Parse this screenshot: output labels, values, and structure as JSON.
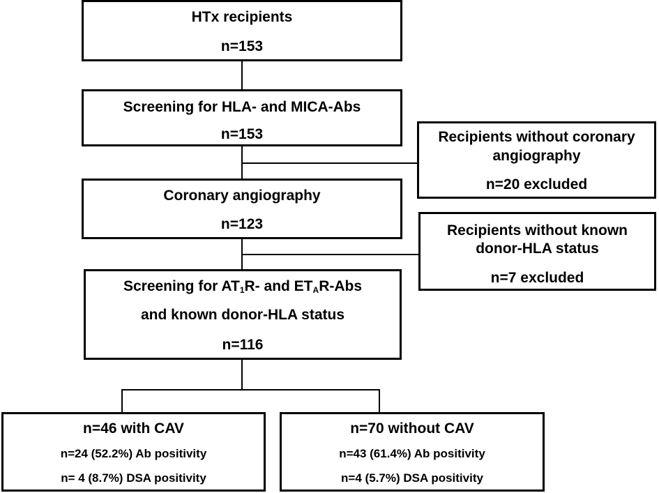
{
  "flowchart": {
    "htx": {
      "title": "HTx recipients",
      "n": "n=153"
    },
    "screening1": {
      "title": "Screening for HLA- and MICA-Abs",
      "n": "n=153"
    },
    "excl1": {
      "line1": "Recipients without coronary",
      "line2": "angiography",
      "n": "n=20 excluded"
    },
    "coronary": {
      "title": "Coronary angiography",
      "n": "n=123"
    },
    "excl2": {
      "line1": "Recipients without known",
      "line2": "donor-HLA status",
      "n": "n=7 excluded"
    },
    "screening2": {
      "part_a": "Screening for AT",
      "sub_1": "1",
      "part_b": "R- and ET",
      "sub_A": "A",
      "part_c": "R-Abs",
      "line2": "and known donor-HLA status",
      "n": "n=116"
    },
    "cav": {
      "title": "n=46 with CAV",
      "ab": "n=24 (52.2%) Ab positivity",
      "dsa": "n= 4 (8.7%) DSA positivity"
    },
    "nocav": {
      "title": "n=70 without CAV",
      "ab": "n=43 (61.4%) Ab positivity",
      "dsa": "n=4 (5.7%) DSA positivity"
    }
  }
}
